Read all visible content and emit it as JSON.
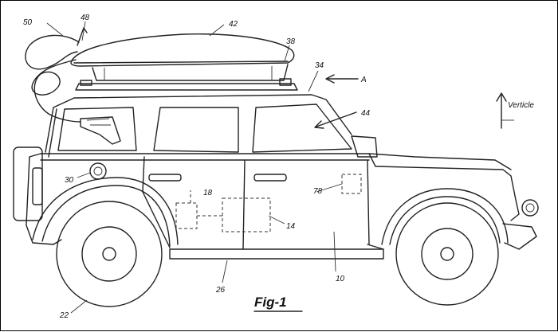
{
  "figure": {
    "caption": "Fig-1",
    "labels": {
      "l50": "50",
      "l48": "48",
      "l42": "42",
      "l38": "38",
      "l34": "34",
      "lA": "A",
      "l44": "44",
      "lVert": "Verticle",
      "l30": "30",
      "l18": "18",
      "l78": "78",
      "l14": "14",
      "l10": "10",
      "l26": "26",
      "l22": "22"
    }
  }
}
